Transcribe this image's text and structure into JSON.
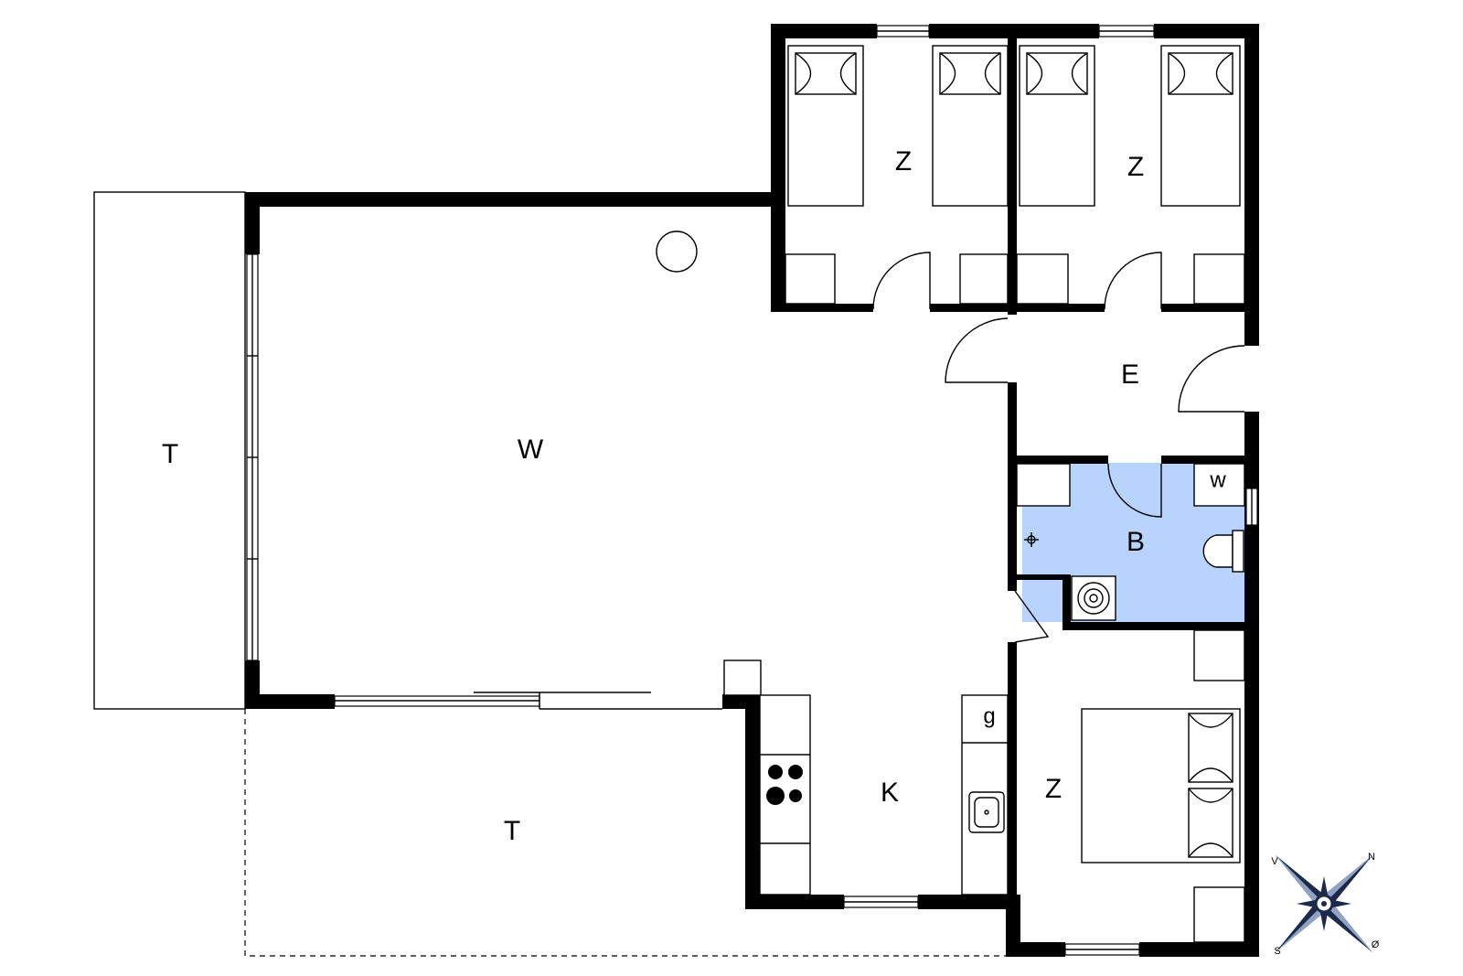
{
  "colors": {
    "wall": "#000000",
    "bathroom_fill": "#b9d3ff",
    "background": "#ffffff"
  },
  "rooms": {
    "terrace_west": "T",
    "terrace_south": "T",
    "living": "W",
    "bedroom_nw": "Z",
    "bedroom_ne": "Z",
    "entrance": "E",
    "bathroom": "B",
    "utility": "w",
    "kitchen": "K",
    "fridge": "g",
    "bedroom_se": "Z"
  },
  "compass": {
    "n": "N",
    "v": "V",
    "s": "S",
    "o": "Ø",
    "icon": "compass-rose-icon"
  }
}
